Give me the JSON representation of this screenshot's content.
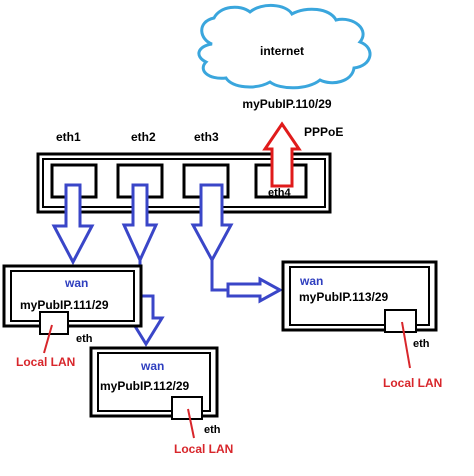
{
  "internet": {
    "label": "internet",
    "ip": "myPubIP.110/29",
    "protocol": "PPPoE",
    "cloud_color": "#3aa6dd",
    "cloud_fill": "#ffffff"
  },
  "router": {
    "ports": [
      {
        "label": "eth1"
      },
      {
        "label": "eth2"
      },
      {
        "label": "eth3"
      },
      {
        "label": "eth4"
      }
    ]
  },
  "devices": [
    {
      "wan_label": "wan",
      "ip": "myPubIP.111/29",
      "port_label": "eth",
      "lan_label": "Local LAN"
    },
    {
      "wan_label": "wan",
      "ip": "myPubIP.112/29",
      "port_label": "eth",
      "lan_label": "Local LAN"
    },
    {
      "wan_label": "wan",
      "ip": "myPubIP.113/29",
      "port_label": "eth",
      "lan_label": "Local LAN"
    }
  ],
  "colors": {
    "arrow_blue": "#3a46c8",
    "uplink_red": "#e01b1b",
    "lan_red": "#d8262b",
    "wan_blue": "#2f3fbf",
    "line_black": "#000000"
  }
}
